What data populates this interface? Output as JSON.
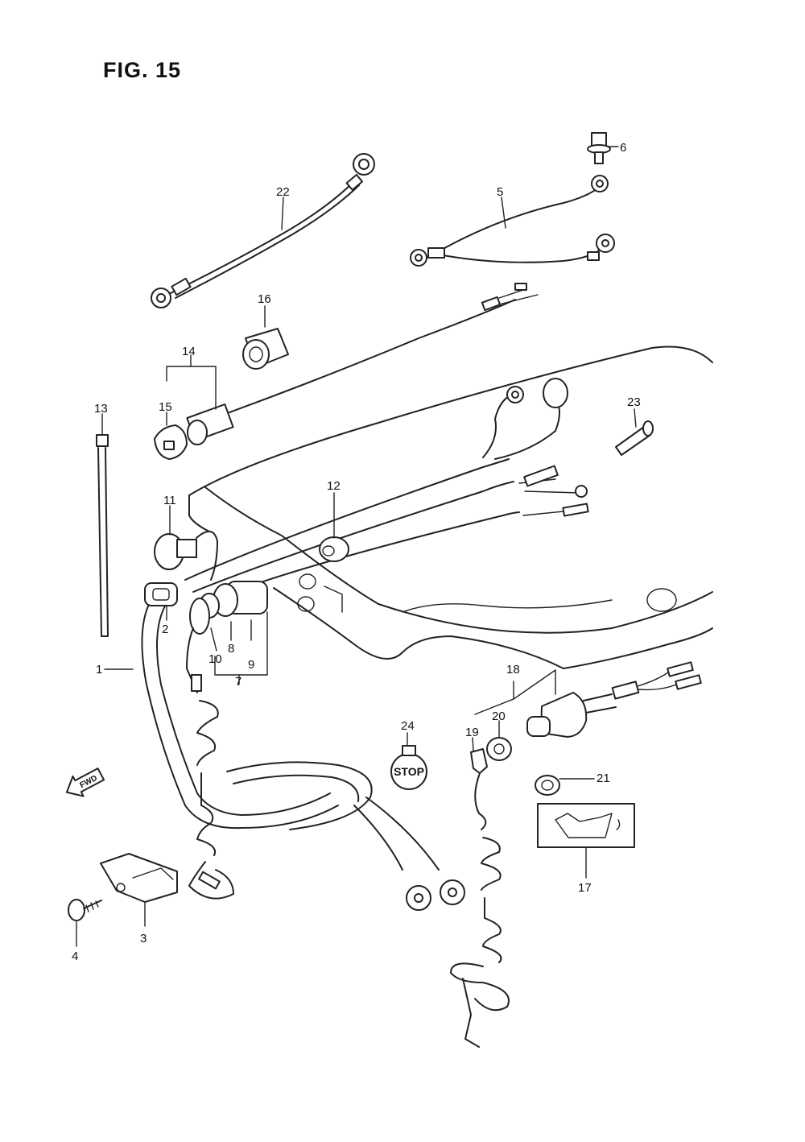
{
  "figure": {
    "title": "FIG. 15"
  },
  "badges": {
    "stop": "STOP",
    "fwd": "FWD"
  },
  "callouts": [
    "1",
    "2",
    "3",
    "4",
    "5",
    "6",
    "7",
    "8",
    "9",
    "10",
    "11",
    "12",
    "13",
    "14",
    "15",
    "16",
    "17",
    "18",
    "19",
    "20",
    "21",
    "22",
    "23",
    "24"
  ]
}
